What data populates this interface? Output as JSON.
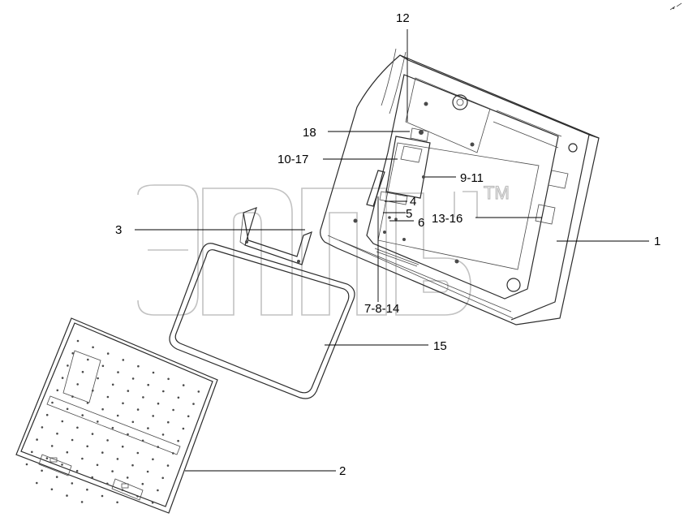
{
  "watermark": {
    "tm": "ТМ"
  },
  "callouts": [
    {
      "id": "c1",
      "text": "1"
    },
    {
      "id": "c2",
      "text": "2"
    },
    {
      "id": "c3",
      "text": "3"
    },
    {
      "id": "c4",
      "text": "4"
    },
    {
      "id": "c5",
      "text": "5"
    },
    {
      "id": "c6",
      "text": "6"
    },
    {
      "id": "c7",
      "text": "7-8-14"
    },
    {
      "id": "c9",
      "text": "9-11"
    },
    {
      "id": "c10",
      "text": "10-17"
    },
    {
      "id": "c12",
      "text": "12"
    },
    {
      "id": "c13",
      "text": "13-16"
    },
    {
      "id": "c15",
      "text": "15"
    },
    {
      "id": "c18",
      "text": "18"
    }
  ],
  "colors": {
    "line": "#2b2b2b",
    "watermark": "#c2c2c2",
    "text": "#000000"
  }
}
